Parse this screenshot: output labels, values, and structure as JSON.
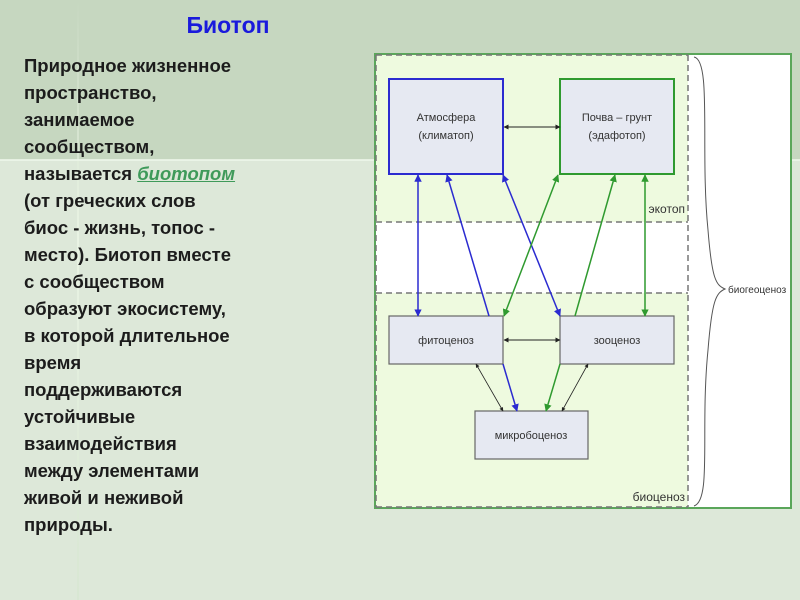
{
  "slide": {
    "title": "Биотоп",
    "body_lines": [
      "Природное жизненное",
      "пространство,",
      "занимаемое",
      "сообществом,",
      "называется ",
      "(от греческих слов",
      "биос - жизнь, топос -",
      "место). Биотоп вместе",
      "с сообществом",
      "образуют экосистему,",
      "в которой длительное",
      "время",
      "поддерживаются",
      "устойчивые",
      "взаимодействия",
      "между элементами",
      "живой и неживой",
      "природы."
    ],
    "term": "биотопом"
  },
  "diagram": {
    "boxes": {
      "atmosphere": [
        "Атмосфера",
        "(климатоп)"
      ],
      "soil": [
        "Почва – грунт",
        "(эдафотоп)"
      ],
      "phyto": "фитоценоз",
      "zoo": "зооценоз",
      "micro": "микробоценоз"
    },
    "region_labels": {
      "ecotope": "экотоп",
      "biocenosis": "биоценоз",
      "biogeocenosis": "биогеоценоз"
    },
    "colors": {
      "blue": "#2b2bd0",
      "green": "#2f9a2f",
      "black": "#222222",
      "box_fill": "#e6e9f2"
    }
  }
}
